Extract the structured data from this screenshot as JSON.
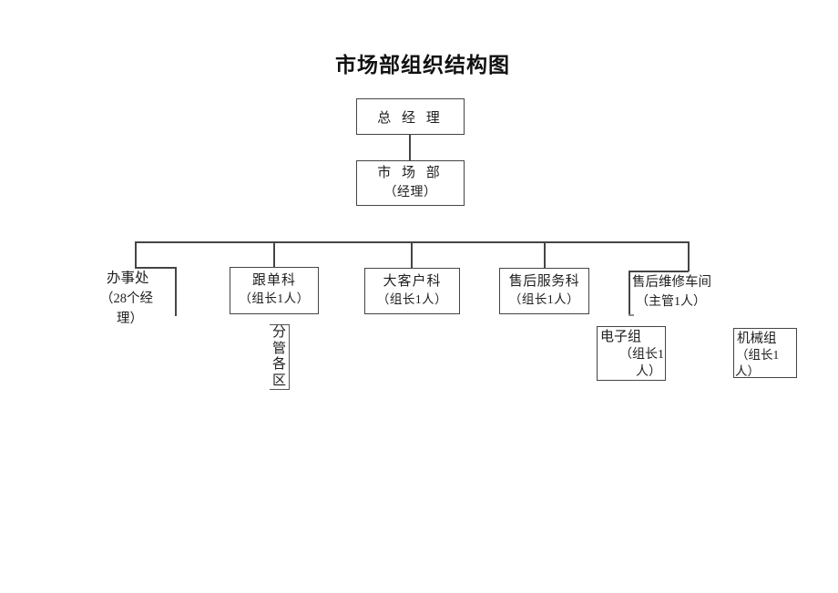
{
  "title": "市场部组织结构图",
  "nodes": {
    "general_manager": {
      "name": "总 经 理"
    },
    "marketing_dept": {
      "name": "市 场 部",
      "sub": "（经理）"
    },
    "office": {
      "line1": "办事处",
      "line2": "（28个经",
      "line3": "理）"
    },
    "follow_up_section": {
      "name": "跟单科",
      "sub": "（组长1人）"
    },
    "key_account_section": {
      "name": "大客户科",
      "sub": "（组长1人）"
    },
    "after_sales_service_section": {
      "name": "售后服务科",
      "sub": "（组长1人）"
    },
    "after_sales_repair_workshop": {
      "name": "售后维修车间",
      "sub": "（主管1人）"
    },
    "district_note": {
      "name": "分管各区"
    },
    "electronics_group": {
      "line1": "电子组",
      "line2": "（组长1",
      "line3": "人）"
    },
    "machinery_group": {
      "line1": "机械组",
      "line2": "（组长1",
      "line3": "人）"
    }
  }
}
